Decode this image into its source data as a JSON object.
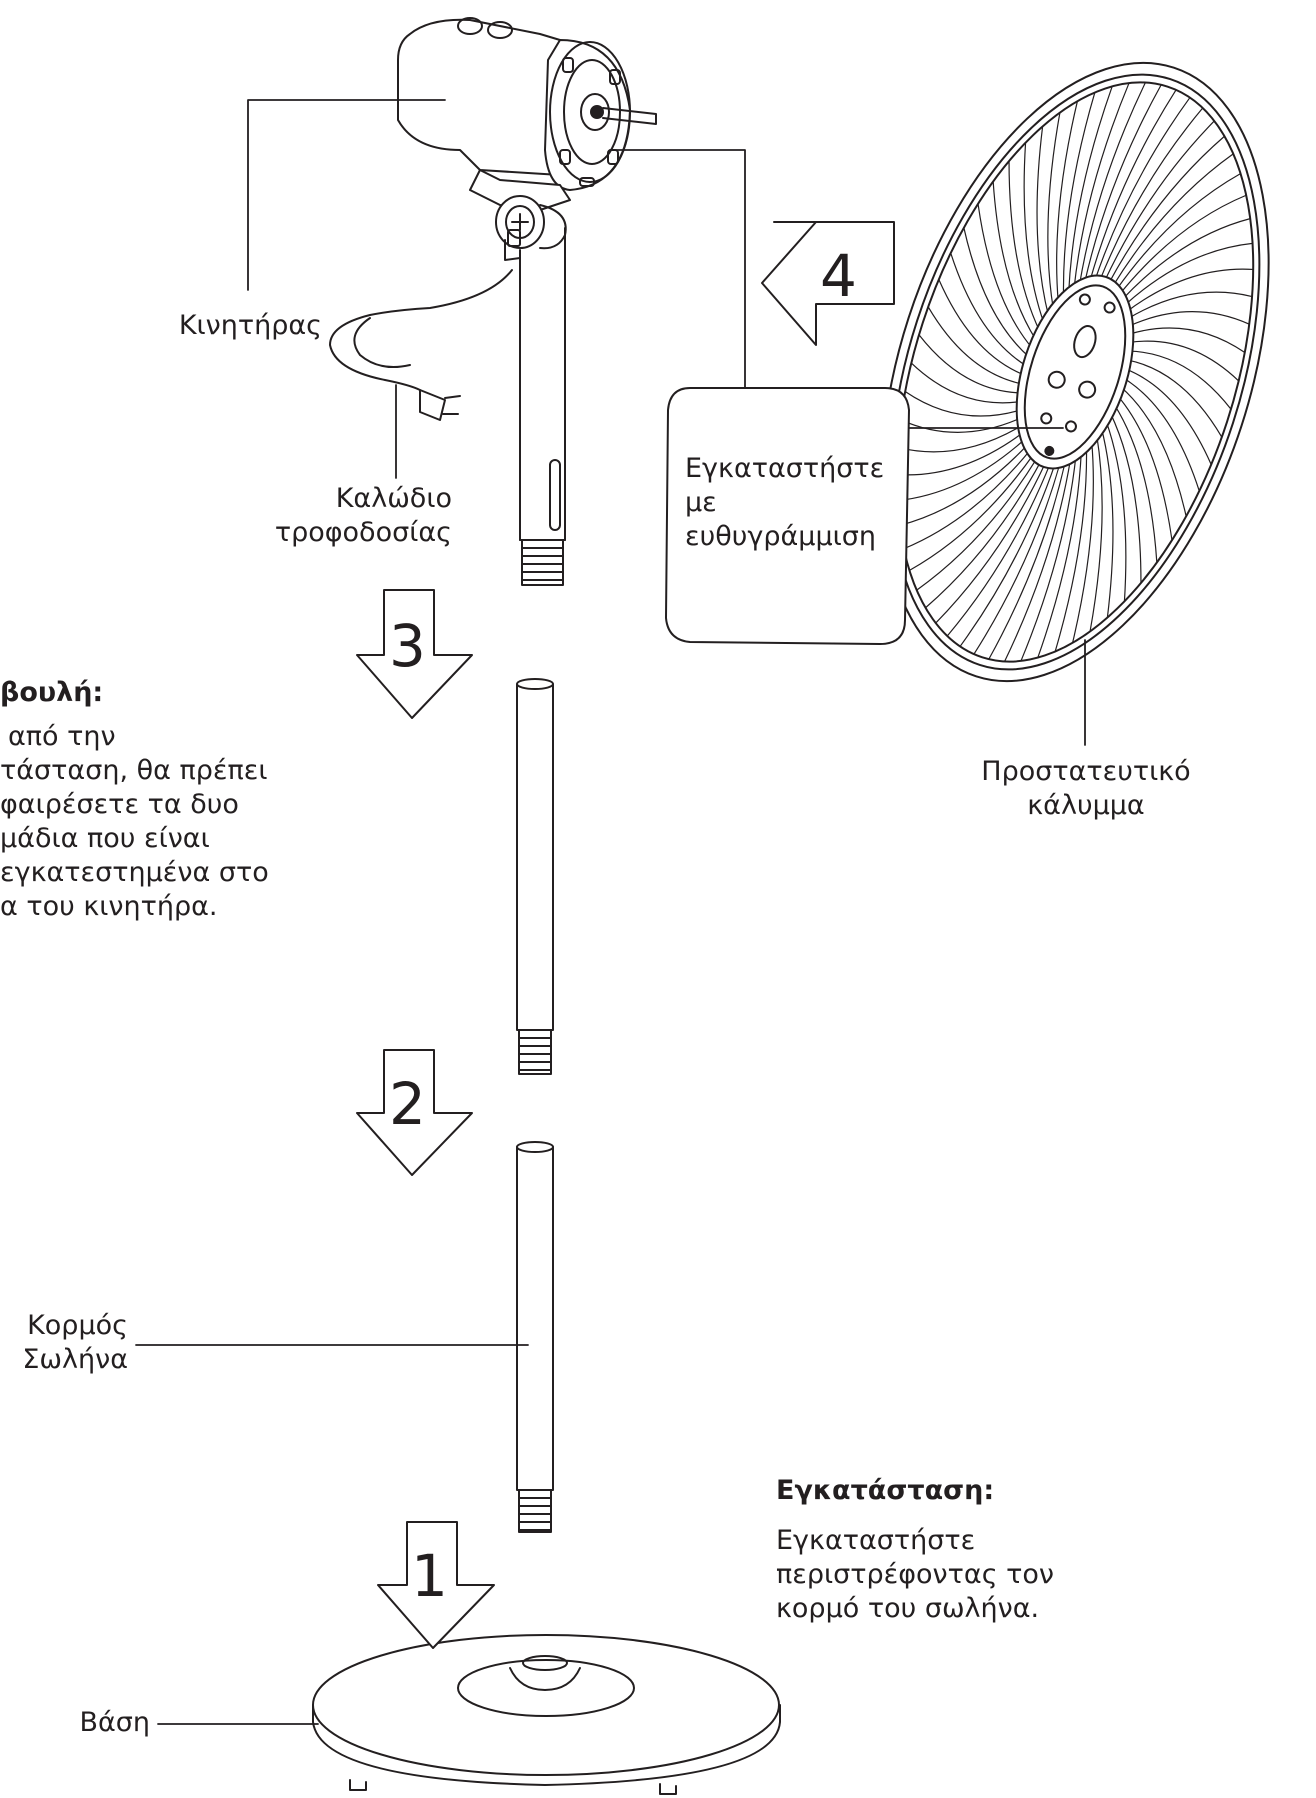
{
  "labels": {
    "motor": "Κινητήρας",
    "power_cable": [
      "Καλώδιο",
      "τροφοδοσίας"
    ],
    "install_align": [
      "Εγκαταστήστε",
      "με",
      "ευθυγράμμιση"
    ],
    "protective_cover": [
      "Προστατευτικό",
      "κάλυμμα"
    ],
    "trunk_tube": [
      "Κορμός",
      "Σωλήνα"
    ],
    "base": "Βάση"
  },
  "tip": {
    "heading": "βουλή:",
    "lines": [
      "από την",
      "τάσταση, θα πρέπει",
      "φαιρέσετε τα δυο",
      "μάδια που είναι",
      "εγκατεστημένα στο",
      "α του κινητήρα."
    ]
  },
  "installation": {
    "heading": "Εγκατάσταση:",
    "lines": [
      "Εγκαταστήστε",
      "περιστρέφοντας τον",
      "κορμό του σωλήνα."
    ]
  },
  "steps": [
    "1",
    "2",
    "3",
    "4"
  ]
}
